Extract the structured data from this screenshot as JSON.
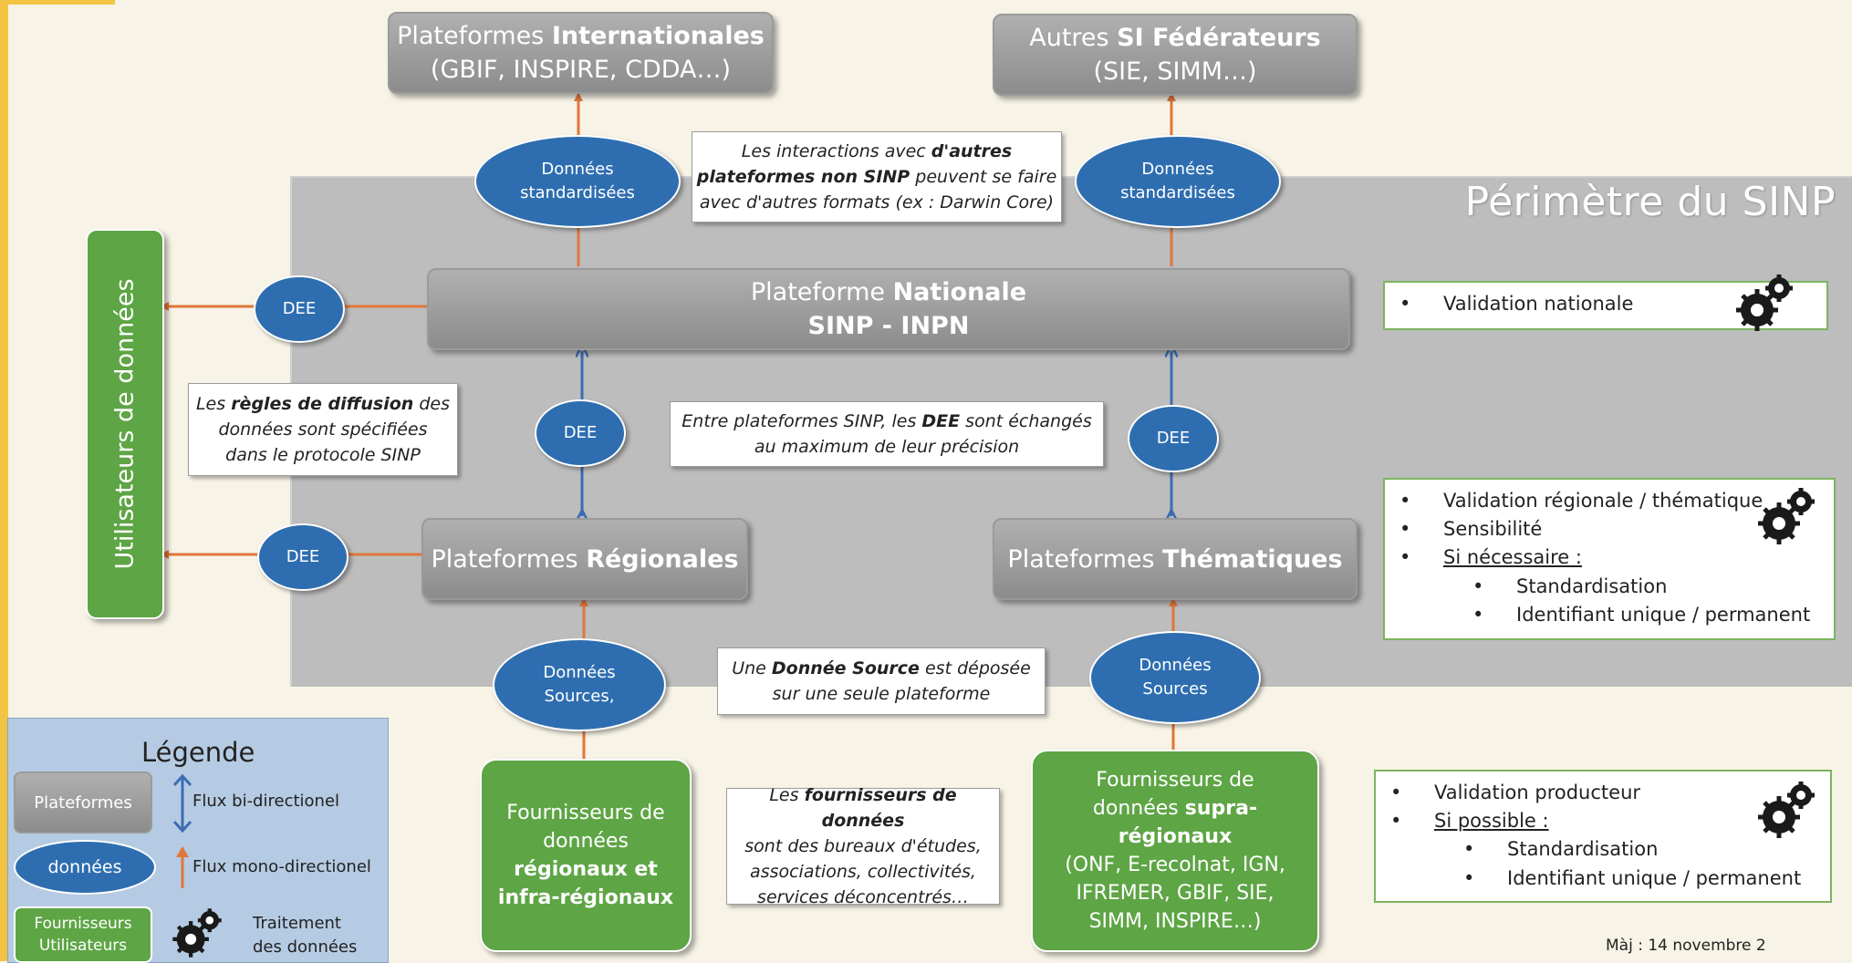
{
  "perimeter": {
    "title": "Périmètre du SINP"
  },
  "platforms": {
    "international": {
      "line1_pre": "Plateformes ",
      "line1_bold": "Internationales",
      "line2": "(GBIF, INSPIRE, CDDA…)"
    },
    "federateurs": {
      "line1_pre": "Autres ",
      "line1_bold": "SI Fédérateurs",
      "line2": "(SIE, SIMM…)"
    },
    "nationale": {
      "line1_pre": "Plateforme ",
      "line1_bold": "Nationale",
      "line2": "SINP - INPN"
    },
    "regionales": {
      "pre": "Plateformes ",
      "bold": "Régionales"
    },
    "thematiques": {
      "pre": "Plateformes ",
      "bold": "Thématiques"
    }
  },
  "ellipses": {
    "std_left": {
      "line1": "Données",
      "line2": "standardisées"
    },
    "std_right": {
      "line1": "Données",
      "line2": "standardisées"
    },
    "dee_users_top": "DEE",
    "dee_users_bottom": "DEE",
    "dee_mid_left": "DEE",
    "dee_mid_right": "DEE",
    "src_left": {
      "line1": "Données",
      "line2": "Sources,"
    },
    "src_right": {
      "line1": "Données",
      "line2": "Sources"
    }
  },
  "users": {
    "label": "Utilisateurs de données"
  },
  "notes": {
    "interactions": {
      "l1_pre": "Les interactions avec ",
      "l1_bold": "d'autres",
      "l2_bold": "plateformes non SINP",
      "l2_post": " peuvent se faire",
      "l3": "avec d'autres formats (ex : Darwin Core)"
    },
    "diffusion": {
      "l1_pre": "Les ",
      "l1_bold": "règles de diffusion",
      "l1_post": "  des",
      "l2": "données sont spécifiées",
      "l3": "dans le protocole SINP"
    },
    "exchange": {
      "l1_pre": "Entre plateformes SINP, les ",
      "l1_bold": "DEE",
      "l1_post": " sont échangés",
      "l2": "au maximum de leur précision"
    },
    "source": {
      "l1_pre": "Une ",
      "l1_bold": "Donnée Source",
      "l1_post": " est déposée",
      "l2": "sur une seule plateforme"
    },
    "fournisseurs": {
      "l1_pre": "Les ",
      "l1_bold": "fournisseurs de données",
      "l2": "sont des bureaux d'études,",
      "l3": "associations,  collectivités,",
      "l4": "services déconcentrés…"
    }
  },
  "providers": {
    "regional": {
      "l1": "Fournisseurs de",
      "l2": "données",
      "l3": "régionaux et",
      "l4": "infra-régionaux"
    },
    "supra": {
      "l1": "Fournisseurs de",
      "l2_pre": "données ",
      "l2_bold": "supra-",
      "l3": "régionaux",
      "l4": "(ONF, E-recolnat, IGN,",
      "l5": "IFREMER, GBIF, SIE,",
      "l6": "SIMM, INSPIRE…)"
    }
  },
  "validation": {
    "national": {
      "bullet": "•",
      "item": "Validation nationale"
    },
    "regional": {
      "bullet": "•",
      "sub_bullet": "•",
      "items": [
        "Validation régionale / thématique",
        "Sensibilité",
        "Si nécessaire :"
      ],
      "sub_items": [
        "Standardisation",
        "Identifiant unique / permanent"
      ]
    },
    "producer": {
      "bullet": "•",
      "sub_bullet": "•",
      "items": [
        "Validation producteur",
        "Si possible :"
      ],
      "sub_items": [
        "Standardisation",
        "Identifiant unique / permanent"
      ]
    }
  },
  "legend": {
    "title": "Légende",
    "plateformes": "Plateformes",
    "donnees": "données",
    "fournisseurs": "Fournisseurs",
    "utilisateurs": "Utilisateurs",
    "flux_bi": "Flux bi-directionel",
    "flux_mono": "Flux mono-directionel",
    "traitement_l1": "Traitement",
    "traitement_l2": "des données"
  },
  "update": "Màj : 14 novembre 2",
  "colors": {
    "platform_grey": "#9e9e9e",
    "data_blue": "#2e6eb0",
    "provider_green": "#5ea545",
    "arrow_orange": "#e0773a",
    "arrow_blue": "#3b6db3"
  },
  "icons": {
    "gear": "gear-icon"
  }
}
